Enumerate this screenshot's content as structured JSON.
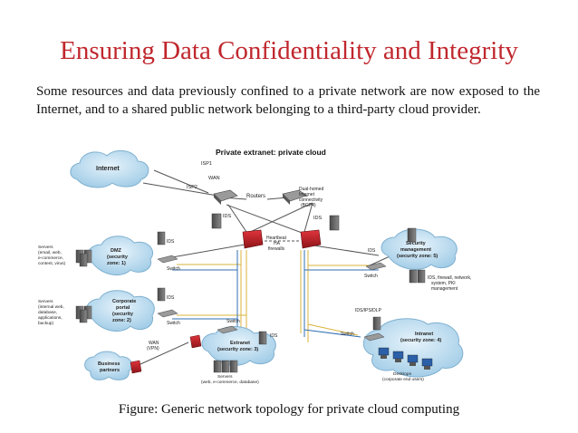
{
  "slide": {
    "title": "Ensuring Data Confidentiality and Integrity",
    "body": "Some resources and data previously confined to a private network are now exposed to the Internet, and to a shared public network belonging to a third-party cloud provider.",
    "caption": "Figure: Generic network topology for private cloud computing"
  },
  "diagram": {
    "heading": "Private extranet: private cloud",
    "internet": "Internet",
    "isp1": "ISP1",
    "isp2": "ISP2",
    "wan": "WAN",
    "routers": "Routers",
    "dual_homed": [
      "Dual-homed",
      "Internet",
      "connectivity",
      "(BGP4)"
    ],
    "ids_left": "IDS",
    "ids_right": "IDS",
    "heartbeat": [
      "Heartbeat",
      "HA",
      "firewalls"
    ],
    "dmz": [
      "DMZ",
      "(security",
      "zone: 1)"
    ],
    "dmz_servers": [
      "Servers",
      "(email, web,",
      "e-commerce,",
      "content, virus)"
    ],
    "dmz_ids": "IDS",
    "dmz_switch": "Switch",
    "portal": [
      "Corporate",
      "portal",
      "(security",
      "zone: 2)"
    ],
    "portal_servers": [
      "Servers",
      "(internal web,",
      "database,",
      "applications,",
      "backup)"
    ],
    "portal_ids": "IDS",
    "portal_switch": "Switch",
    "security_mgmt": [
      "Security",
      "management",
      "(security zone: 5)"
    ],
    "sec_ids": "IDS",
    "sec_switch": "Switch",
    "sec_services": [
      "IDS, firewall, network,",
      "system, PKI",
      "management"
    ],
    "extranet": [
      "Extranet",
      "(security zone: 3)"
    ],
    "extranet_switch": "Switch",
    "extranet_ids": "IDS",
    "wan_vpn": [
      "WAN",
      "(VPN)"
    ],
    "business_partners": [
      "Business",
      "partners"
    ],
    "extranet_servers": [
      "Servers",
      "(web, e-commerce, database)"
    ],
    "intranet": [
      "Intranet",
      "(security zone: 4)"
    ],
    "intranet_ids": "IDS/IPS/DLP",
    "intranet_switch": "Switch",
    "desktops": [
      "Desktops",
      "(corporate end users)"
    ]
  }
}
